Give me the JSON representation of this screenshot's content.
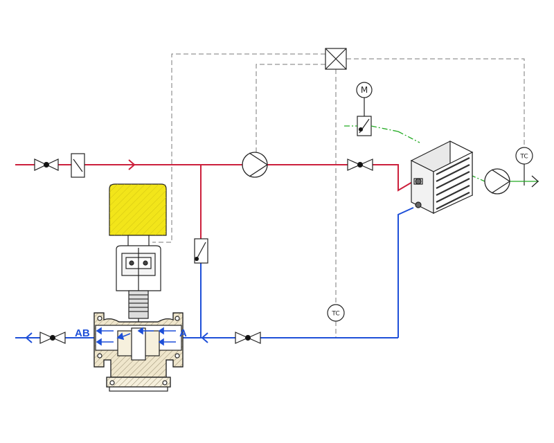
{
  "labels": {
    "port_ab": "AB",
    "port_a": "A",
    "tc_bottom": "TC",
    "tc_right": "TC",
    "motor": "M"
  },
  "colors": {
    "supply": "#cc1f3b",
    "return": "#1d4fd8",
    "control": "#7a7a7a",
    "motor_line": "#22aa22",
    "actuator": "#f2e51a",
    "valve_body": "#efe6cc",
    "flow_arrows": "#1d4fd8"
  }
}
